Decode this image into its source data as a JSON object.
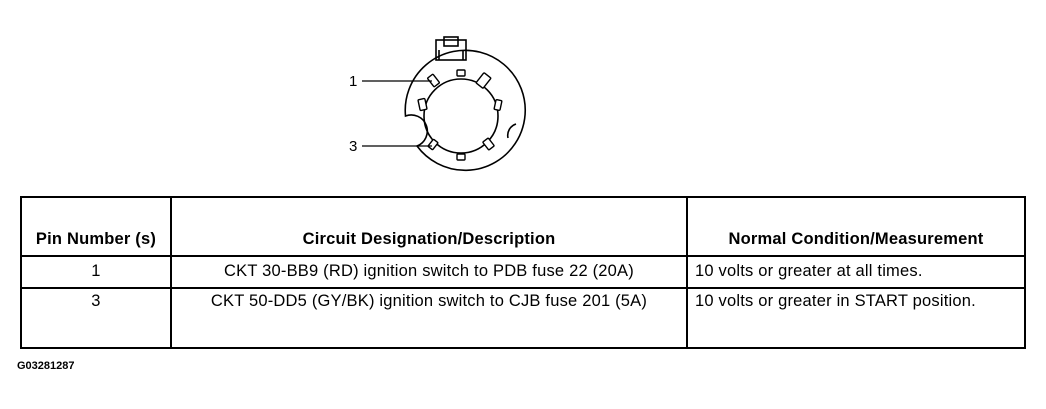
{
  "diagram": {
    "pin_labels": [
      "1",
      "3"
    ]
  },
  "table": {
    "headers": [
      "Pin Number (s)",
      "Circuit Designation/Description",
      "Normal Condition/Measurement"
    ],
    "rows": [
      {
        "pin": "1",
        "circuit": "CKT 30-BB9 (RD) ignition switch to PDB fuse 22 (20A)",
        "condition": "10 volts or greater at all times."
      },
      {
        "pin": "3",
        "circuit": "CKT 50-DD5 (GY/BK) ignition switch to CJB fuse 201 (5A)",
        "condition": "10 volts or greater in START position."
      }
    ]
  },
  "figure_id": "G03281287"
}
